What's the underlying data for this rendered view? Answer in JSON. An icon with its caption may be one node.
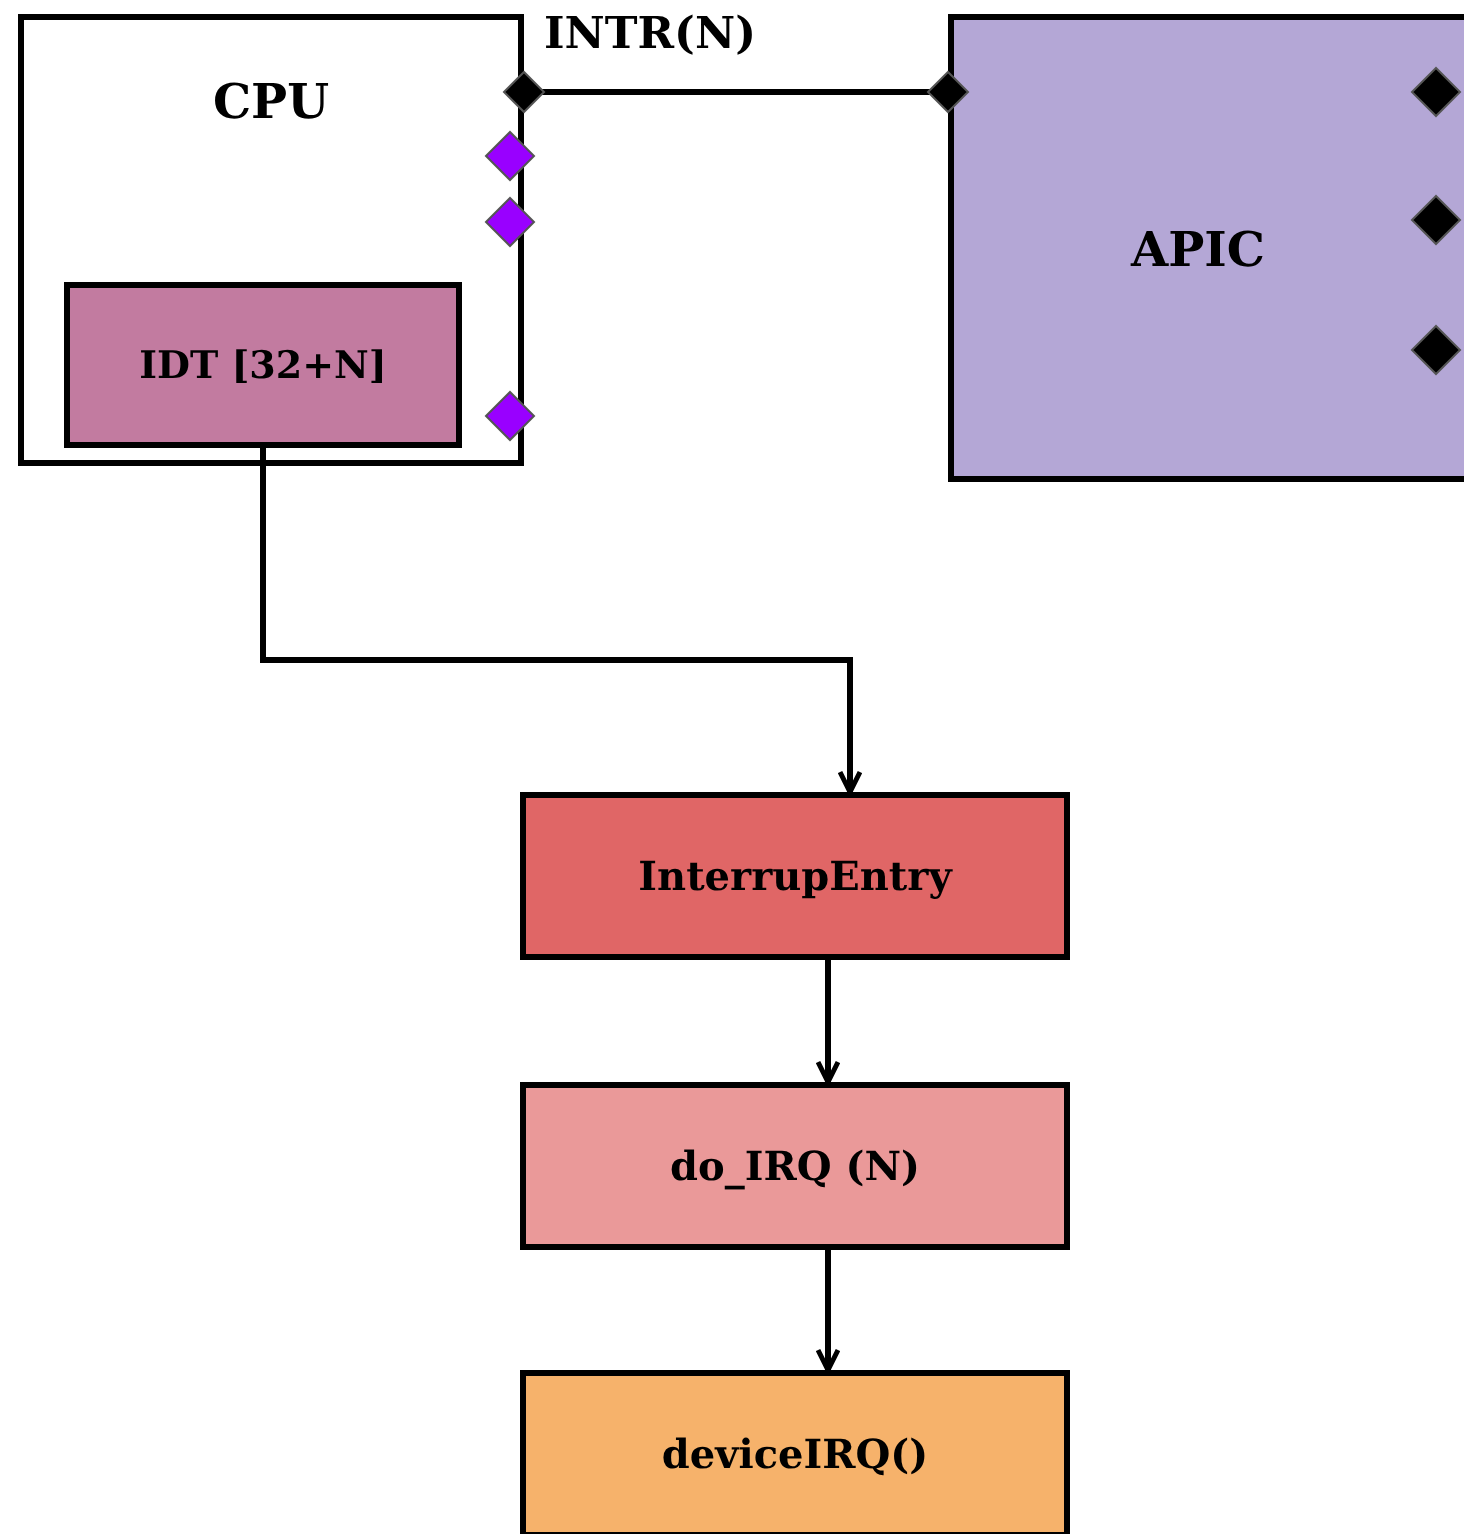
{
  "diagram": {
    "nodes": [
      {
        "text": [
          "CPU"
        ]
      },
      {
        "text": [
          "IDT [32+N]"
        ],
        "in": 0
      },
      {
        "text": [
          "APIC"
        ]
      },
      {
        "text": [
          "InterrupEntry"
        ]
      },
      {
        "text": [
          "do_IRQ (N)"
        ]
      },
      {
        "text": [
          "deviceIRQ()"
        ]
      }
    ],
    "edges": [
      {
        "from": 0,
        "to": 2,
        "arrow": "other",
        "label": "INTR(N)"
      },
      {
        "from": 1,
        "to": 3,
        "arrow": "to"
      },
      {
        "from": 3,
        "to": 4,
        "arrow": "to"
      },
      {
        "from": 4,
        "to": 5,
        "arrow": "to"
      }
    ]
  }
}
